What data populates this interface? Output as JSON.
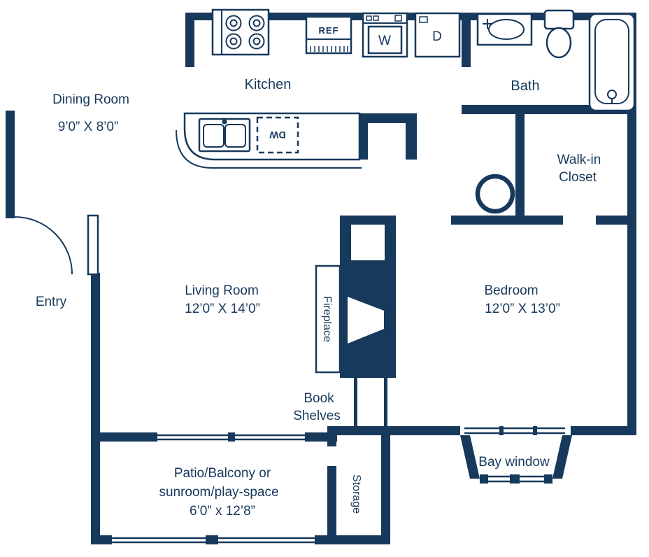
{
  "colors": {
    "wall": "#17395c",
    "background": "#ffffff"
  },
  "rooms": {
    "dining": {
      "name": "Dining Room",
      "dims": "9’0” X 8’0”"
    },
    "kitchen": {
      "name": "Kitchen"
    },
    "bath": {
      "name": "Bath"
    },
    "closet": {
      "line1": "Walk-in",
      "line2": "Closet"
    },
    "entry": {
      "name": "Entry"
    },
    "living": {
      "name": "Living Room",
      "dims": "12’0” X 14’0”"
    },
    "bedroom": {
      "name": "Bedroom",
      "dims": "12’0” X 13’0”"
    },
    "patio": {
      "line1": "Patio/Balcony or",
      "line2": "sunroom/play-space",
      "dims": "6’0” x 12’8”"
    },
    "storage": {
      "name": "Storage"
    },
    "bay": {
      "name": "Bay window"
    }
  },
  "features": {
    "fireplace": "Fireplace",
    "shelves_line1": "Book",
    "shelves_line2": "Shelves"
  },
  "appliances": {
    "refrigerator": "REF",
    "washer": "W",
    "dryer": "D",
    "dishwasher": "DW"
  }
}
